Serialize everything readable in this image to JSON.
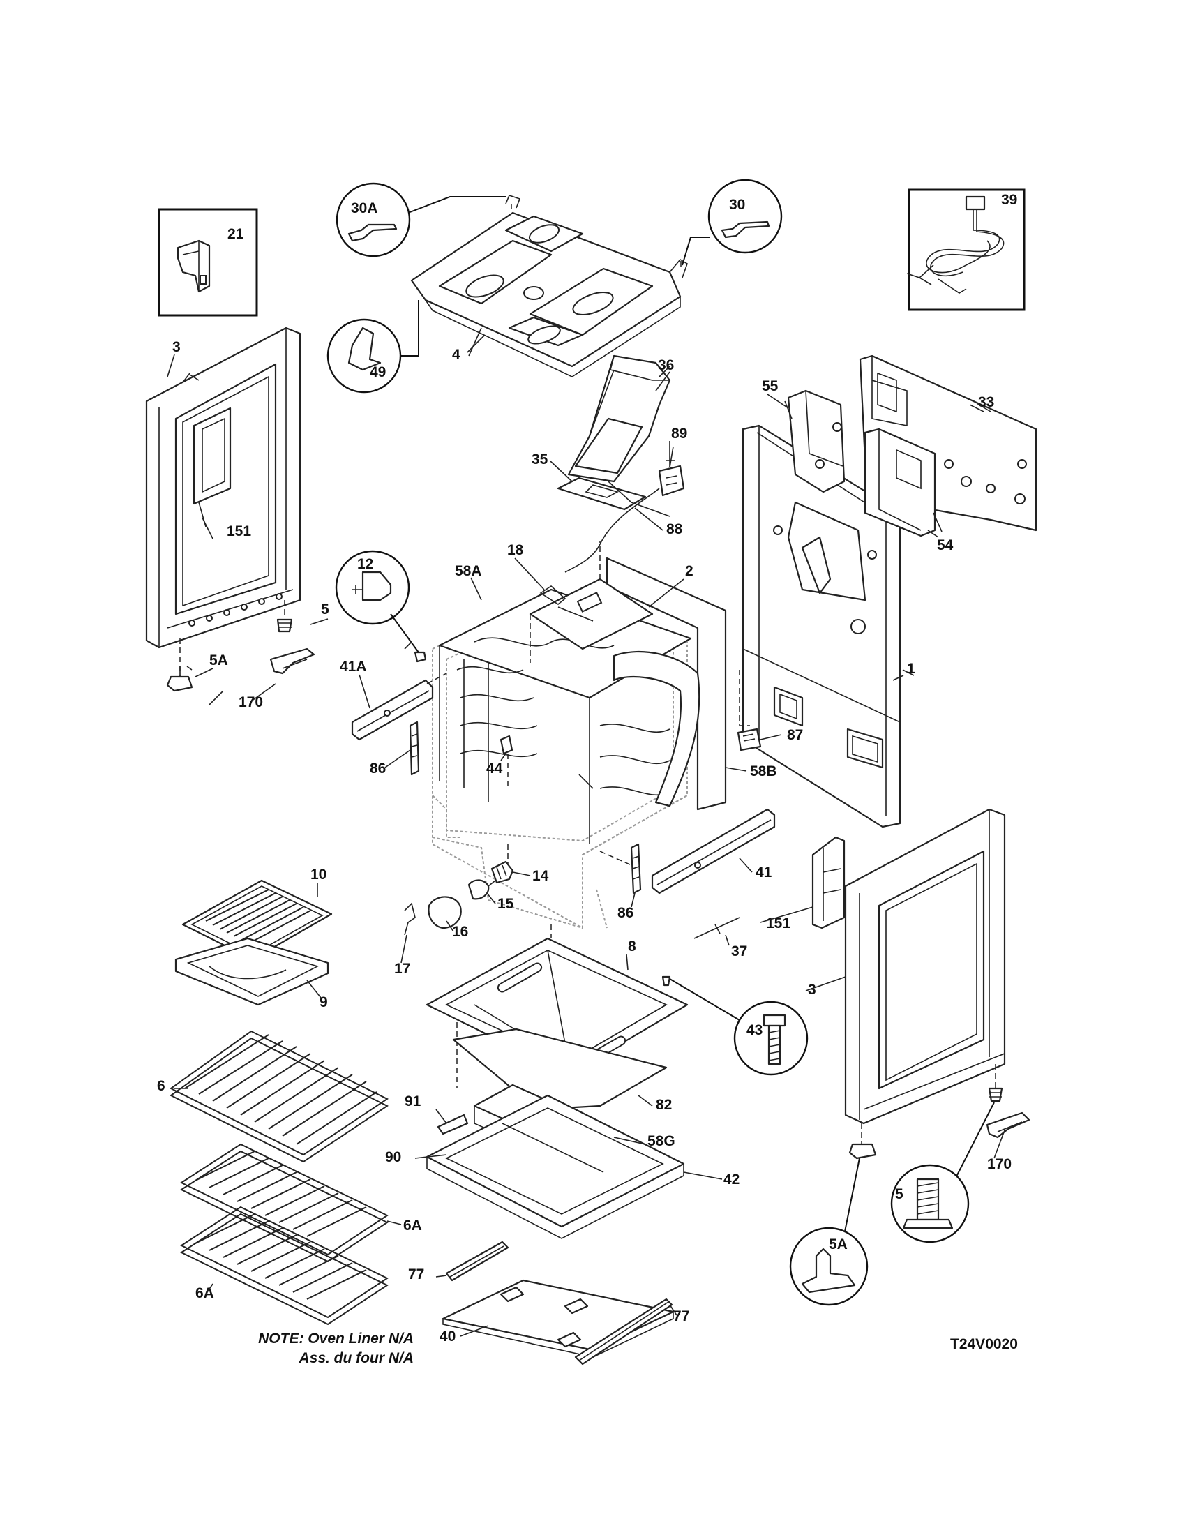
{
  "labels": {
    "p21": "21",
    "p30A": "30A",
    "p30": "30",
    "p39": "39",
    "p49": "49",
    "p4": "4",
    "p3_left": "3",
    "p151_left": "151",
    "p36": "36",
    "p55": "55",
    "p33": "33",
    "p35": "35",
    "p89": "89",
    "p88": "88",
    "p54": "54",
    "p12": "12",
    "p18": "18",
    "p58A": "58A",
    "p2": "2",
    "p5_left": "5",
    "p5A_left": "5A",
    "p170_left": "170",
    "p41A": "41A",
    "p1": "1",
    "p87": "87",
    "p86_left": "86",
    "p44": "44",
    "p58B": "58B",
    "p10": "10",
    "p14": "14",
    "p15": "15",
    "p16": "16",
    "p17": "17",
    "p86_right": "86",
    "p41": "41",
    "p151_right": "151",
    "p37": "37",
    "p8": "8",
    "p9": "9",
    "p3_right": "3",
    "p43": "43",
    "p6": "6",
    "p82": "82",
    "p91": "91",
    "p58G": "58G",
    "p90": "90",
    "p42": "42",
    "p170_right": "170",
    "p5_right": "5",
    "p6A_upper": "6A",
    "p5A_right": "5A",
    "p77_left": "77",
    "p6A_lower": "6A",
    "p40": "40",
    "p77_right": "77"
  },
  "note": {
    "line1": "NOTE: Oven Liner N/A",
    "line2": "Ass. du four N/A"
  },
  "diagram_code": "T24V0020"
}
